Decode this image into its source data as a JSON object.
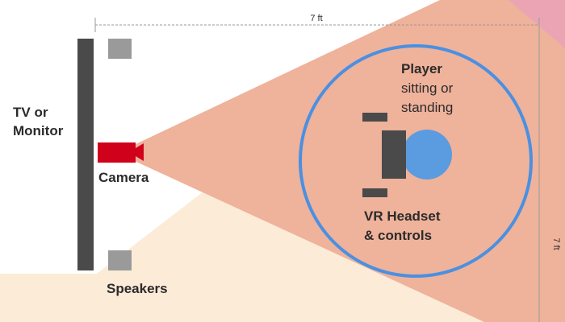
{
  "colors": {
    "cream": "#FCEBD6",
    "salmon": "#EFB29A",
    "pink": "#EBA4B4",
    "dark": "#4A4A4A",
    "gray": "#9A9A9A",
    "red": "#D0021B",
    "blue": "#4A90E2",
    "head": "#5B9BE0"
  },
  "dimensions": {
    "width_label": "7 ft",
    "depth_label": "7 ft"
  },
  "labels": {
    "tv_line1": "TV or",
    "tv_line2": "Monitor",
    "camera": "Camera",
    "speakers": "Speakers",
    "player_title": "Player",
    "player_line1": "sitting or",
    "player_line2": "standing",
    "headset_line1": "VR Headset",
    "headset_line2": "& controls"
  },
  "icons": {
    "camera": "video-camera-icon",
    "speaker": "speaker-icon",
    "player": "player-head-icon",
    "controller": "controller-icon"
  }
}
